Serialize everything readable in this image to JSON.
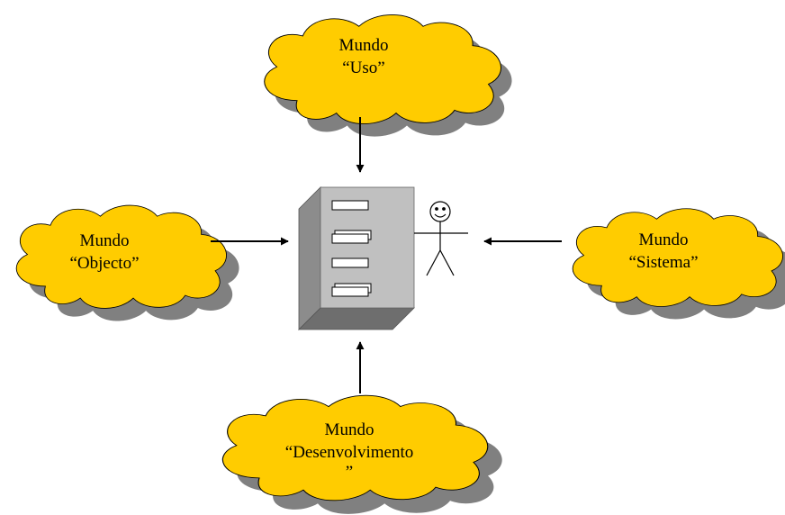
{
  "colors": {
    "cloud_fill": "#FFCC00",
    "cloud_shadow": "#808080",
    "cloud_stroke": "#000000",
    "cabinet_front": "#C0C0C0",
    "cabinet_side": "#8C8C8C",
    "cabinet_top": "#E0E0E0",
    "arrow": "#000000"
  },
  "clouds": {
    "uso": {
      "line1": "Mundo",
      "line2": "“Uso”"
    },
    "objecto": {
      "line1": "Mundo",
      "line2": "“Objecto”"
    },
    "sistema": {
      "line1": "Mundo",
      "line2": "“Sistema”"
    },
    "desenvolvimento": {
      "line1": "Mundo",
      "line2": "“Desenvolvimento",
      "line3": "”"
    }
  },
  "center": {
    "icons": [
      "filing-cabinet-icon",
      "stick-figure-user-icon"
    ]
  }
}
